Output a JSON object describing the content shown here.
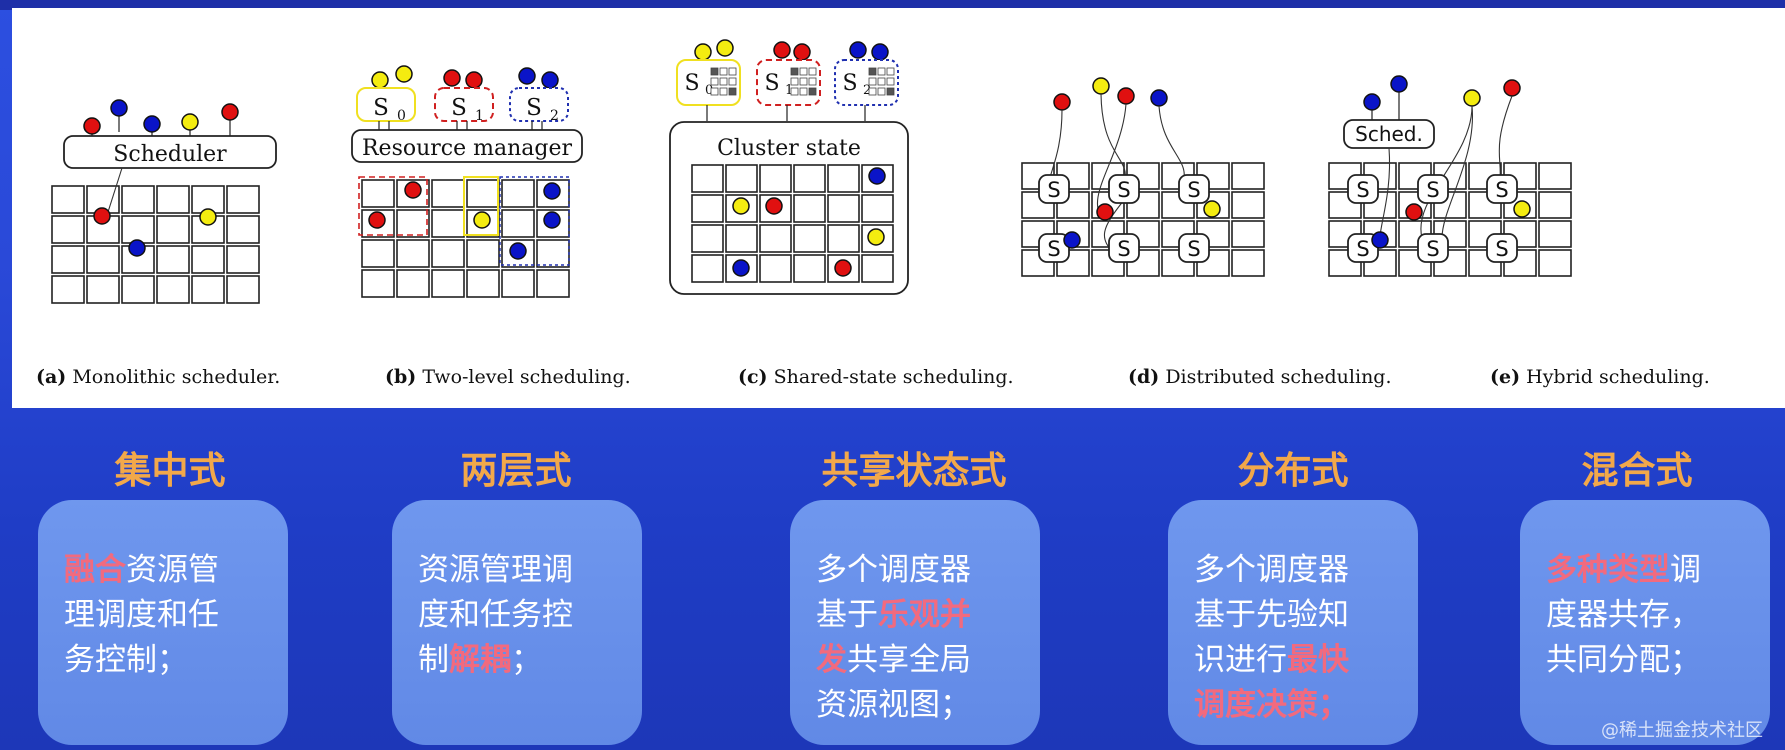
{
  "diagrams": [
    {
      "id": "a",
      "caption_prefix": "(a)",
      "caption_text": "Monolithic scheduler.",
      "box_label": "Scheduler"
    },
    {
      "id": "b",
      "caption_prefix": "(b)",
      "caption_text": "Two-level scheduling.",
      "box_label": "Resource manager",
      "sub_labels": [
        "S",
        "S",
        "S"
      ],
      "sub_index": [
        "0",
        "1",
        "2"
      ]
    },
    {
      "id": "c",
      "caption_prefix": "(c)",
      "caption_text": "Shared-state scheduling.",
      "box_label": "Cluster state",
      "sub_labels": [
        "S",
        "S",
        "S"
      ],
      "sub_index": [
        "0",
        "1",
        "2"
      ]
    },
    {
      "id": "d",
      "caption_prefix": "(d)",
      "caption_text": "Distributed scheduling.",
      "node_label": "S"
    },
    {
      "id": "e",
      "caption_prefix": "(e)",
      "caption_text": "Hybrid scheduling.",
      "box_label": "Sched.",
      "node_label": "S"
    }
  ],
  "categories": [
    {
      "title": "集中式",
      "lines": [
        [
          {
            "t": "融合",
            "hl": true
          },
          {
            "t": "资源管"
          }
        ],
        [
          {
            "t": "理调度和任"
          }
        ],
        [
          {
            "t": "务控制；"
          }
        ]
      ]
    },
    {
      "title": "两层式",
      "lines": [
        [
          {
            "t": "资源管理调"
          }
        ],
        [
          {
            "t": "度和任务控"
          }
        ],
        [
          {
            "t": "制"
          },
          {
            "t": "解耦",
            "hl": true
          },
          {
            "t": "；"
          }
        ]
      ]
    },
    {
      "title": "共享状态式",
      "lines": [
        [
          {
            "t": "多个调度器"
          }
        ],
        [
          {
            "t": "基于"
          },
          {
            "t": "乐观并",
            "hl": true
          }
        ],
        [
          {
            "t": "发",
            "hl": true
          },
          {
            "t": "共享全局"
          }
        ],
        [
          {
            "t": "资源视图；"
          }
        ]
      ]
    },
    {
      "title": "分布式",
      "lines": [
        [
          {
            "t": "多个调度器"
          }
        ],
        [
          {
            "t": "基于先验知"
          }
        ],
        [
          {
            "t": "识进行"
          },
          {
            "t": "最快",
            "hl": true
          }
        ],
        [
          {
            "t": "调度决策；",
            "hl": true
          }
        ]
      ]
    },
    {
      "title": "混合式",
      "lines": [
        [
          {
            "t": "多种类型",
            "hl": true
          },
          {
            "t": "调"
          }
        ],
        [
          {
            "t": "度器共存，"
          }
        ],
        [
          {
            "t": "共同分配；"
          }
        ]
      ]
    }
  ],
  "watermark": "@稀土掘金技术社区",
  "colors": {
    "red": "#e01010",
    "blue": "#0a14c8",
    "yellow": "#f4ec10",
    "title": "#f2a84a",
    "highlight": "#f26a7e"
  }
}
